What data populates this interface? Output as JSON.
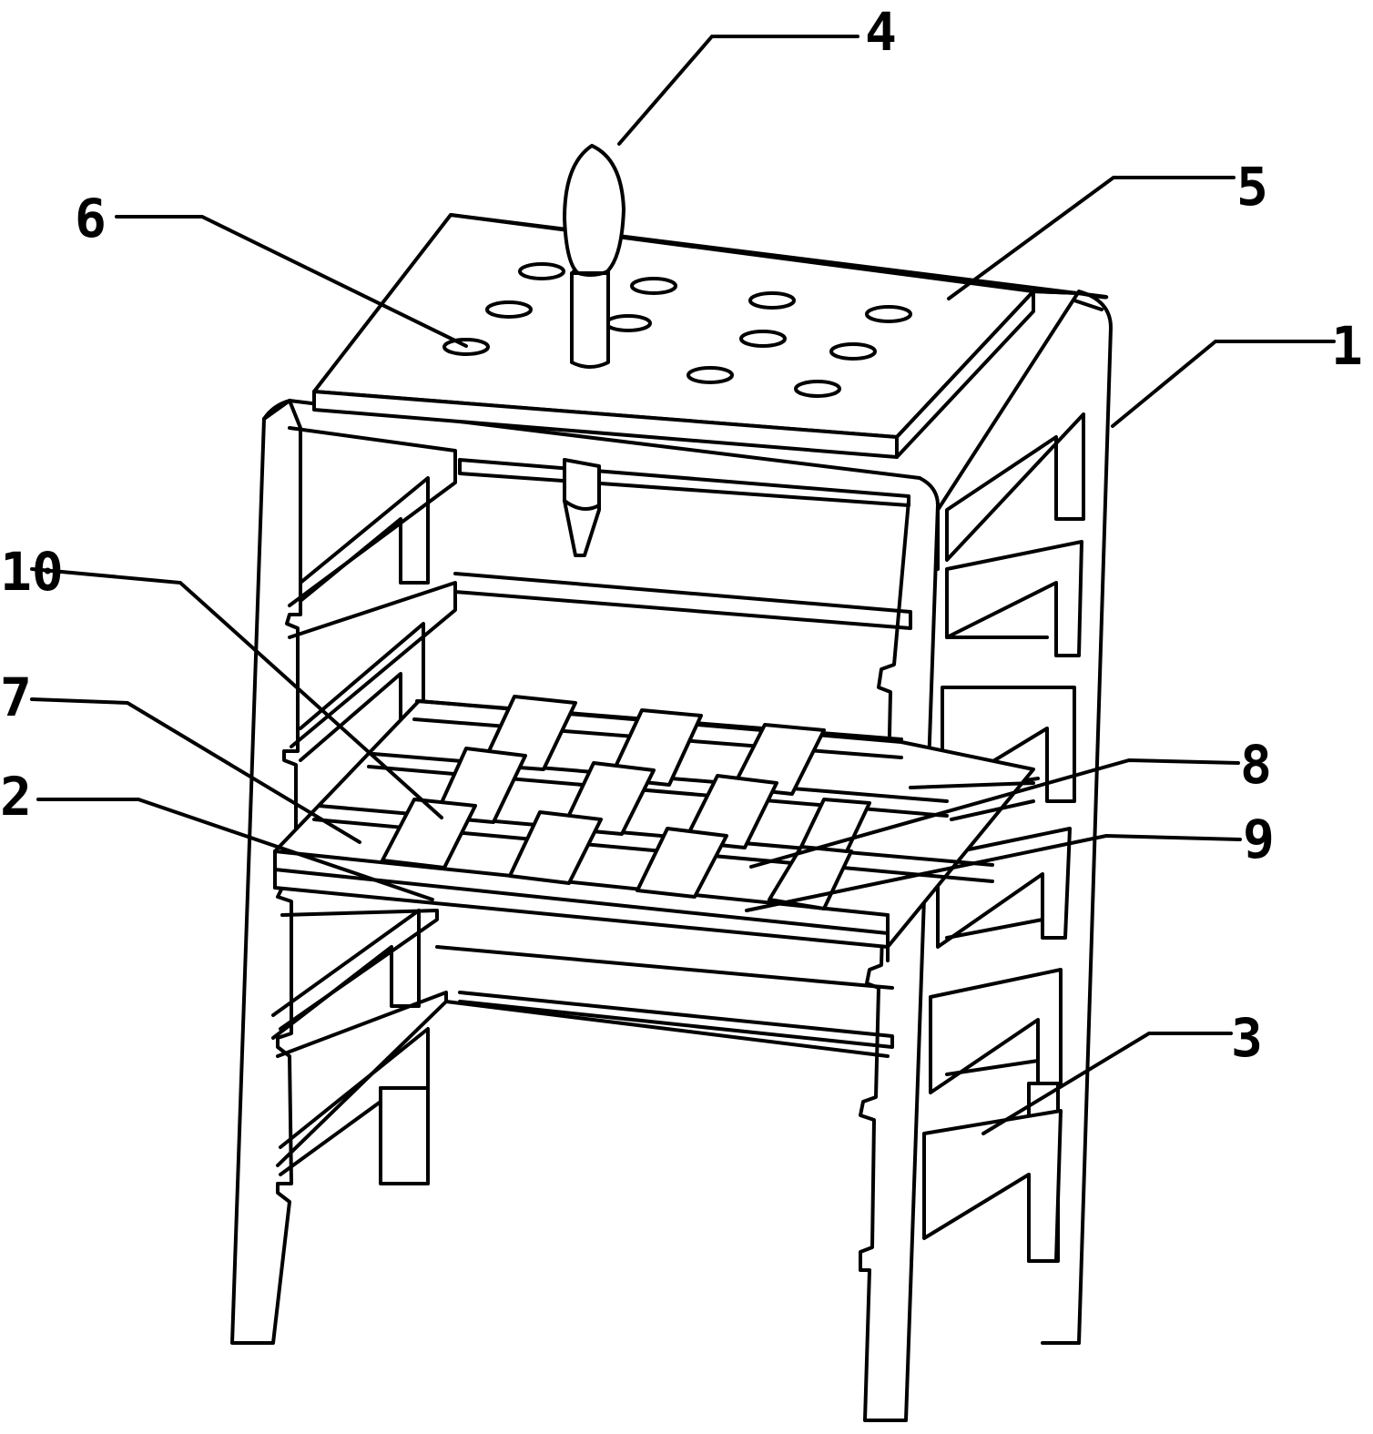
{
  "figure": {
    "callouts": [
      {
        "id": "c4",
        "text": "4"
      },
      {
        "id": "c5",
        "text": "5"
      },
      {
        "id": "c6",
        "text": "6"
      },
      {
        "id": "c1",
        "text": "1"
      },
      {
        "id": "c10",
        "text": "10"
      },
      {
        "id": "c7",
        "text": "7"
      },
      {
        "id": "c8",
        "text": "8"
      },
      {
        "id": "c2",
        "text": "2"
      },
      {
        "id": "c9",
        "text": "9"
      },
      {
        "id": "c3",
        "text": "3"
      }
    ],
    "colors": {
      "line": "#000000",
      "background": "#ffffff"
    }
  }
}
